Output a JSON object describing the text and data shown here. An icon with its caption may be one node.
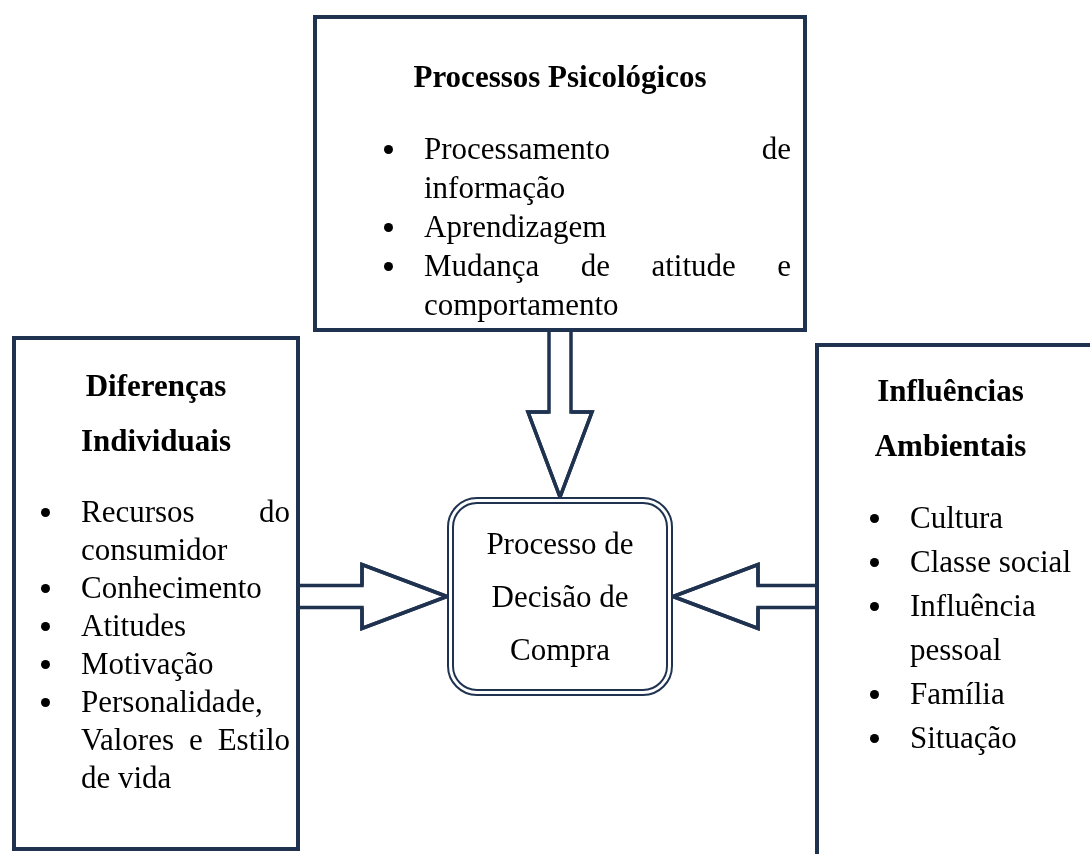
{
  "diagram": {
    "nodes": [
      {
        "text": [
          "Processos Psicológicos",
          "Processamento de informação",
          "Aprendizagem",
          "Mudança de atitude e comportamento"
        ]
      },
      {
        "text": [
          "Diferenças Individuais",
          "Recursos do consumidor",
          "Conhecimento",
          "Atitudes",
          "Motivação",
          "Personalidade, Valores e Estilo de vida"
        ]
      },
      {
        "text": [
          "Processo de Decisão de Compra"
        ]
      },
      {
        "text": [
          "Influências Ambientais",
          "Cultura",
          "Classe social",
          "Influência pessoal",
          "Família",
          "Situação"
        ]
      }
    ],
    "edges": [
      {
        "from": 0,
        "to": 2,
        "arrow": "to"
      },
      {
        "from": 1,
        "to": 2,
        "arrow": "to"
      },
      {
        "from": 3,
        "to": 2,
        "arrow": "to"
      }
    ]
  }
}
